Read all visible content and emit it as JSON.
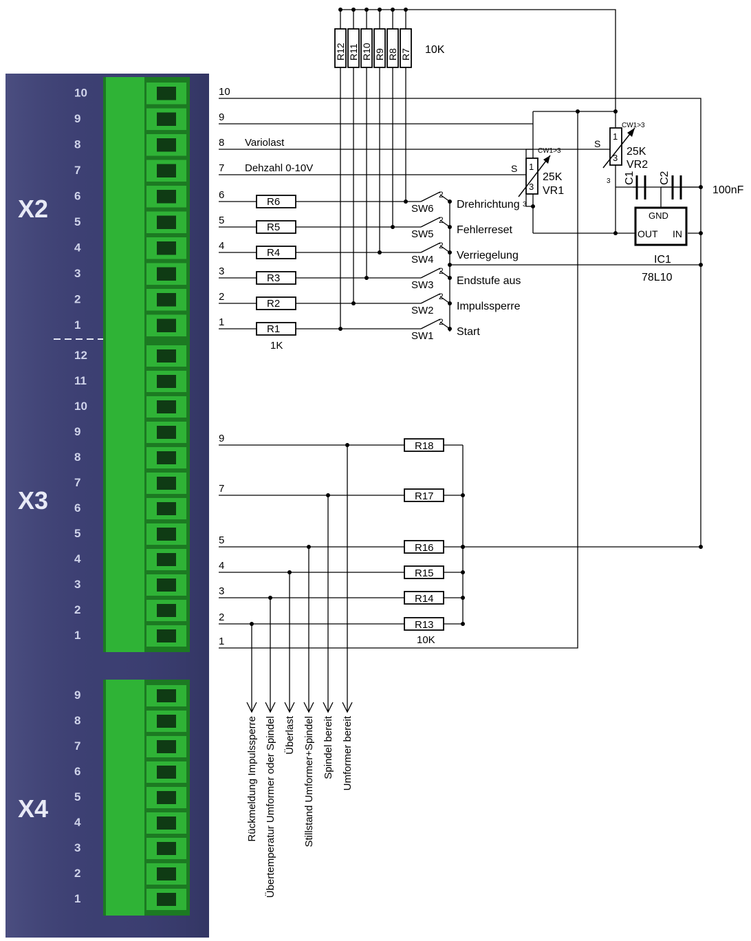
{
  "panel": {
    "blocks": [
      {
        "name": "X2",
        "pins": [
          "10",
          "9",
          "8",
          "7",
          "6",
          "5",
          "4",
          "3",
          "2",
          "1"
        ]
      },
      {
        "name": "X3",
        "pins": [
          "12",
          "11",
          "10",
          "9",
          "8",
          "7",
          "6",
          "5",
          "4",
          "3",
          "2",
          "1"
        ]
      },
      {
        "name": "X4",
        "pins": [
          "9",
          "8",
          "7",
          "6",
          "5",
          "4",
          "3",
          "2",
          "1"
        ]
      }
    ]
  },
  "colors": {
    "panel": "#3c3f72",
    "terminal": "#2fb336",
    "terminal_dark": "#1c7a22"
  },
  "schematic": {
    "x2_lines": [
      {
        "pin": "10",
        "label": ""
      },
      {
        "pin": "9",
        "label": ""
      },
      {
        "pin": "8",
        "label": "Variolast"
      },
      {
        "pin": "7",
        "label": "Dehzahl 0-10V"
      },
      {
        "pin": "6",
        "label": ""
      },
      {
        "pin": "5",
        "label": ""
      },
      {
        "pin": "4",
        "label": ""
      },
      {
        "pin": "3",
        "label": ""
      },
      {
        "pin": "2",
        "label": ""
      },
      {
        "pin": "1",
        "label": ""
      }
    ],
    "input_resistors": [
      "R6",
      "R5",
      "R4",
      "R3",
      "R2",
      "R1"
    ],
    "input_resistor_value": "1K",
    "switches": [
      {
        "name": "SW6",
        "function": "Drehrichtung"
      },
      {
        "name": "SW5",
        "function": "Fehlerreset"
      },
      {
        "name": "SW4",
        "function": "Verriegelung"
      },
      {
        "name": "SW3",
        "function": "Endstufe aus"
      },
      {
        "name": "SW2",
        "function": "Impulssperre"
      },
      {
        "name": "SW1",
        "function": "Start"
      }
    ],
    "switch_pin": "2",
    "pullups": [
      "R12",
      "R11",
      "R10",
      "R9",
      "R8",
      "R7"
    ],
    "pullup_value": "10K",
    "vr1": {
      "name": "VR1",
      "value": "25K",
      "marker": "CW1>3",
      "wiper": "S",
      "pin1": "1",
      "pin3": "3"
    },
    "vr2": {
      "name": "VR2",
      "value": "25K",
      "marker": "CW1>3",
      "wiper": "S",
      "pin1": "1",
      "pin3": "3"
    },
    "vr1_side_pin": "3",
    "caps": [
      "C1",
      "C2"
    ],
    "cap_value": "100nF",
    "regulator": {
      "name": "IC1",
      "part": "78L10",
      "gnd": "GND",
      "out": "OUT",
      "in": "IN"
    },
    "x3_lines": [
      {
        "pin": "9",
        "resistor": "R18"
      },
      {
        "pin": "7",
        "resistor": "R17"
      },
      {
        "pin": "5",
        "resistor": "R16"
      },
      {
        "pin": "4",
        "resistor": "R15"
      },
      {
        "pin": "3",
        "resistor": "R14"
      },
      {
        "pin": "2",
        "resistor": "R13"
      },
      {
        "pin": "1",
        "resistor": ""
      }
    ],
    "output_resistor_value": "10K",
    "outputs": [
      "Rückmeldung Impulssperre",
      "Übertemperatur Umformer oder Spindel",
      "Überlast",
      "Stillstand Umformer+Spindel",
      "Spindel bereit",
      "Umformer bereit"
    ]
  }
}
